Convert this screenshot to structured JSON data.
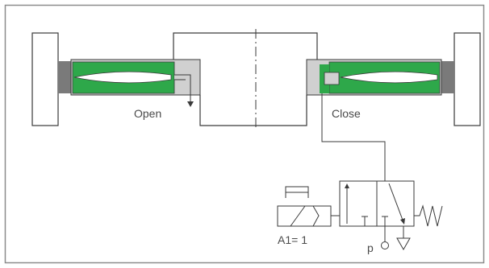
{
  "labels": {
    "open": "Open",
    "close": "Close",
    "signal": "A1= 1",
    "pressure": "p"
  },
  "colors": {
    "frame_border": "#8c8c8c",
    "gripper_green": "#2ea84a",
    "housing_gray": "#d0d0d0",
    "piston_dark": "#7a7a7a",
    "line": "#3a3a3a",
    "text": "#4a4a4a"
  },
  "icons": {
    "valve": "3-2-way-solenoid-valve-icon",
    "spring": "return-spring-icon",
    "solenoid": "solenoid-actuator-icon",
    "exhaust": "exhaust-triangle-icon",
    "pressure_port": "pressure-port-circle-icon"
  }
}
